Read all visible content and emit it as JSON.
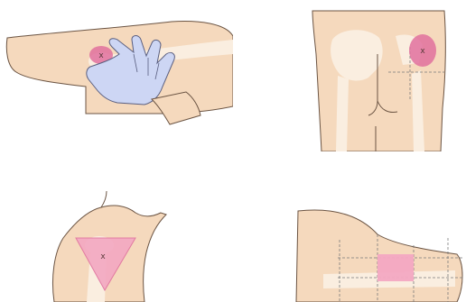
{
  "colors": {
    "skin": "#f5d9bd",
    "skin_outline": "#6b5443",
    "bone": "#faeee0",
    "injection_site_pink": "#f3a8c2",
    "injection_site_magenta": "#e0709e",
    "glove": "#cdd6f4",
    "glove_outline": "#5a5f80",
    "guide_line": "#7a7a7a"
  },
  "panels": [
    {
      "icon": "ventrogluteal-site-icon",
      "site_marker": "x"
    },
    {
      "icon": "dorsogluteal-site-icon",
      "site_marker": "x"
    },
    {
      "icon": "deltoid-site-icon",
      "site_marker": "x"
    },
    {
      "icon": "vastus-lateralis-site-icon",
      "site_marker": ""
    }
  ]
}
